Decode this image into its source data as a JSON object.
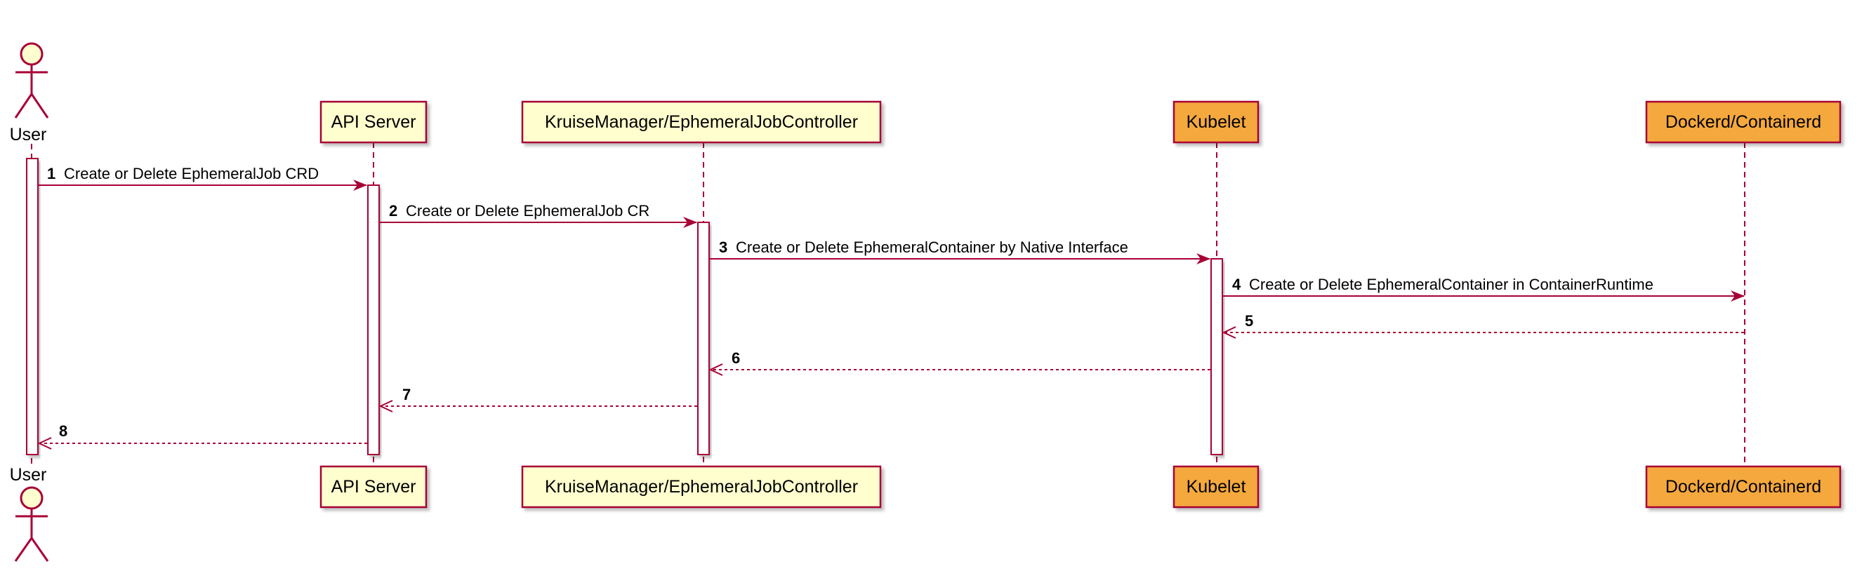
{
  "participants": [
    {
      "id": "user",
      "kind": "actor",
      "label": "User"
    },
    {
      "id": "api",
      "kind": "participant",
      "label": "API Server",
      "fill": "#FEFECE"
    },
    {
      "id": "kruise",
      "kind": "participant",
      "label": "KruiseManager/EphemeralJobController",
      "fill": "#FEFECE"
    },
    {
      "id": "kubelet",
      "kind": "participant",
      "label": "Kubelet",
      "fill": "#F4A83C"
    },
    {
      "id": "docker",
      "kind": "participant",
      "label": "Dockerd/Containerd",
      "fill": "#F4A83C"
    }
  ],
  "messages": [
    {
      "num": "1",
      "label": "Create or Delete EphemeralJob CRD",
      "from": "user",
      "to": "api",
      "style": "solid"
    },
    {
      "num": "2",
      "label": "Create or Delete EphemeralJob CR",
      "from": "api",
      "to": "kruise",
      "style": "solid"
    },
    {
      "num": "3",
      "label": "Create or Delete EphemeralContainer by Native Interface",
      "from": "kruise",
      "to": "kubelet",
      "style": "solid"
    },
    {
      "num": "4",
      "label": "Create or Delete EphemeralContainer in ContainerRuntime",
      "from": "kubelet",
      "to": "docker",
      "style": "solid"
    },
    {
      "num": "5",
      "label": "",
      "from": "docker",
      "to": "kubelet",
      "style": "dashed"
    },
    {
      "num": "6",
      "label": "",
      "from": "kubelet",
      "to": "kruise",
      "style": "dashed"
    },
    {
      "num": "7",
      "label": "",
      "from": "kruise",
      "to": "api",
      "style": "dashed"
    },
    {
      "num": "8",
      "label": "",
      "from": "api",
      "to": "user",
      "style": "dashed"
    }
  ],
  "colors": {
    "line": "#A80036",
    "participant_yellow": "#FEFECE",
    "participant_orange": "#F4A83C",
    "activation_fill": "#FFFFFF"
  }
}
